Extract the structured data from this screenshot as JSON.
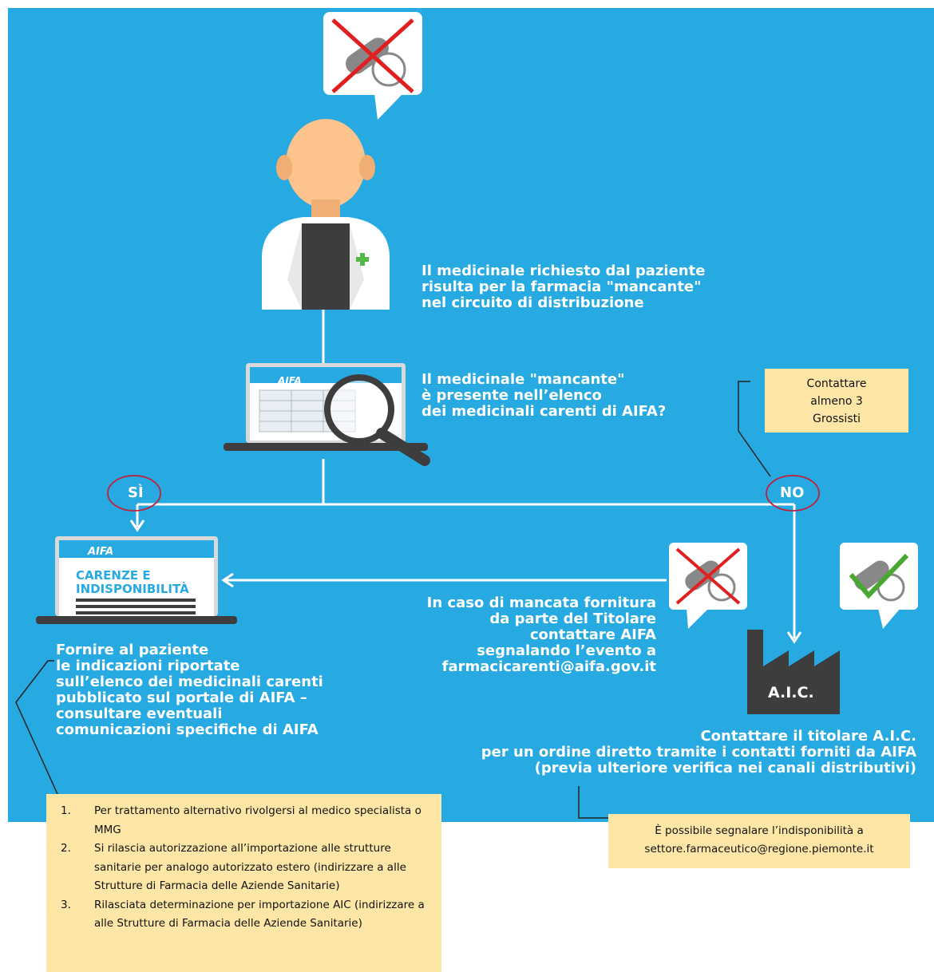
{
  "pharmacist_text": [
    "Il medicinale richiesto dal paziente",
    "risulta per la farmacia \"mancante\"",
    "nel circuito di distribuzione"
  ],
  "question_text": [
    "Il medicinale \"mancante\"",
    "è presente nell’elenco",
    "dei medicinali carenti di AIFA?"
  ],
  "yes_label": "SÌ",
  "no_label": "NO",
  "aifa_logo_text": "AIFA",
  "carenze_title": [
    "CARENZE E",
    "INDISPONIBILITÀ"
  ],
  "fornire_text": [
    "Fornire al paziente",
    "le indicazioni riportate",
    "sull’elenco dei medicinali carenti",
    "pubblicato sul portale di AIFA –",
    "consultare eventuali",
    "comunicazioni specifiche di AIFA"
  ],
  "mancata_text": [
    "In caso di mancata fornitura",
    "da parte del Titolare",
    "contattare AIFA",
    "segnalando l’evento a"
  ],
  "aifa_email": "farmacicarenti@aifa.gov.it",
  "factory_label": "A.I.C.",
  "titolare_text": [
    "Contattare il titolare A.I.C.",
    "per un ordine diretto tramite i contatti forniti da AIFA",
    "(previa ulteriore verifica nei canali distributivi)"
  ],
  "note_grossisti": [
    "Contattare",
    "almeno 3",
    "Grossisti"
  ],
  "note_piemonte": [
    "È possibile segnalare l’indisponibilità a",
    "settore.farmaceutico@regione.piemonte.it"
  ],
  "note_list": [
    {
      "num": "1.",
      "text": "Per trattamento alternativo rivolgersi al medico specialista o MMG"
    },
    {
      "num": "2.",
      "text": "Si rilascia autorizzazione all’importazione alle strutture sanitarie per analogo autorizzato estero (indirizzare a alle Strutture di Farmacia delle Aziende Sanitarie)"
    },
    {
      "num": "3.",
      "text": "Rilasciata determinazione per importazione AIC (indirizzare a alle Strutture di Farmacia delle Aziende Sanitarie)"
    }
  ],
  "colors": {
    "background": "#27a9e1",
    "note": "#fde6a6",
    "cross": "#e02020",
    "check": "#4aa832",
    "circle": "#c0203a"
  }
}
